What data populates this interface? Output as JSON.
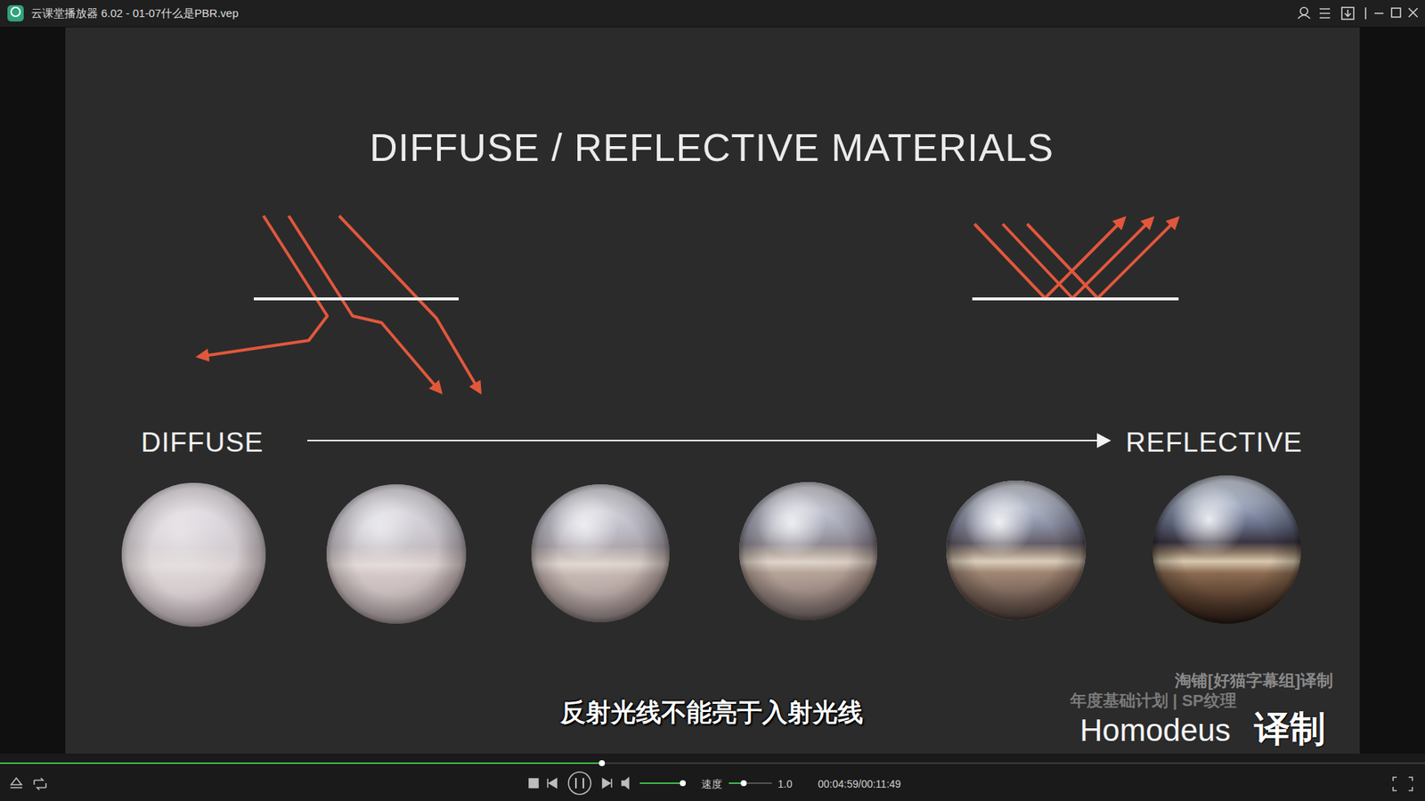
{
  "diagram": {
    "title": "DIFFUSE / REFLECTIVE MATERIALS",
    "caption": "反射光线不能亮于入射光线",
    "labels": [
      "云课堂播放器 6.02 - 01-07什么是PBR.vep",
      "DIFFUSE",
      "REFLECTIVE",
      "淘铺[好猫字幕组]译制",
      "年度基础计划 | SP纹理",
      "Homodeus",
      "译制",
      "速度",
      "1.0",
      "00:04:59/00:11:49"
    ]
  }
}
